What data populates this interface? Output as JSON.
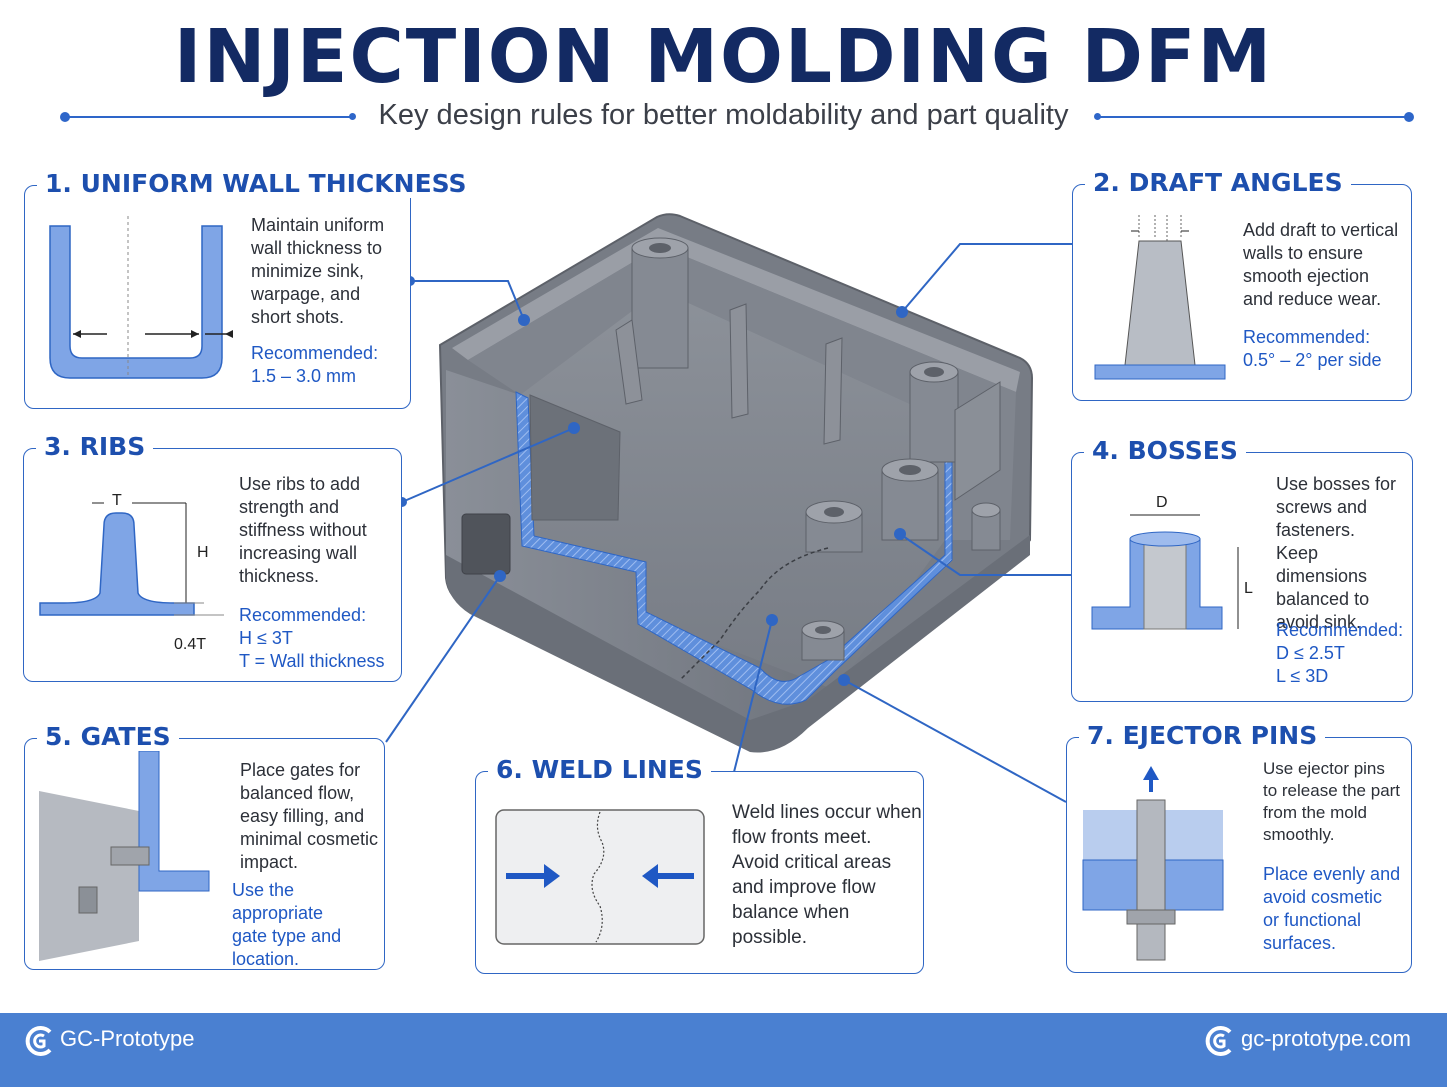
{
  "header": {
    "title": "INJECTION MOLDING DFM",
    "subtitle": "Key design rules for better moldability and part quality"
  },
  "colors": {
    "accent": "#2f66c4",
    "title": "#132a63",
    "footer": "#4a80d1",
    "part": "#7d828b",
    "section": "#4f83d6"
  },
  "cards": {
    "wall": {
      "title": "1. UNIFORM WALL THICKNESS",
      "desc": [
        "Maintain uniform",
        "wall thickness to",
        "minimize sink,",
        "warpage, and",
        "short shots."
      ],
      "rec": [
        "Recommended:",
        "1.5 – 3.0 mm"
      ]
    },
    "draft": {
      "title": "2. DRAFT ANGLES",
      "desc": [
        "Add draft to vertical",
        "walls to ensure",
        "smooth ejection",
        "and reduce wear."
      ],
      "rec": [
        "Recommended:",
        "0.5° – 2° per side"
      ]
    },
    "ribs": {
      "title": "3. RIBS",
      "desc": [
        "Use ribs to add",
        "strength and",
        "stiffness without",
        "increasing wall",
        "thickness."
      ],
      "rec": [
        "Recommended:",
        "H ≤ 3T",
        "T = Wall thickness"
      ],
      "labels": {
        "t": "T",
        "h": "H",
        "base": "0.4T"
      }
    },
    "bosses": {
      "title": "4. BOSSES",
      "desc": [
        "Use bosses for",
        "screws and",
        "fasteners.",
        "Keep dimensions",
        "balanced to",
        "avoid sink."
      ],
      "rec": [
        "Recommended:",
        "D ≤ 2.5T",
        "L ≤ 3D"
      ],
      "labels": {
        "d": "D",
        "l": "L"
      }
    },
    "gates": {
      "title": "5. GATES",
      "desc": [
        "Place gates for",
        "balanced flow,",
        "easy filling, and",
        "minimal cosmetic",
        "impact."
      ],
      "rec": [
        "Use the appropriate",
        "gate type and",
        "location."
      ]
    },
    "weld": {
      "title": "6. WELD LINES",
      "desc": [
        "Weld lines occur when",
        "flow fronts meet.",
        "Avoid critical areas",
        "and improve flow",
        "balance when",
        "possible."
      ]
    },
    "ejector": {
      "title": "7. EJECTOR PINS",
      "desc": [
        "Use ejector pins",
        "to release the part",
        "from the mold",
        "smoothly."
      ],
      "rec": [
        "Place evenly and",
        "avoid cosmetic",
        "or functional",
        "surfaces."
      ]
    }
  },
  "footer": {
    "left": "GC-Prototype",
    "right": "gc-prototype.com"
  }
}
